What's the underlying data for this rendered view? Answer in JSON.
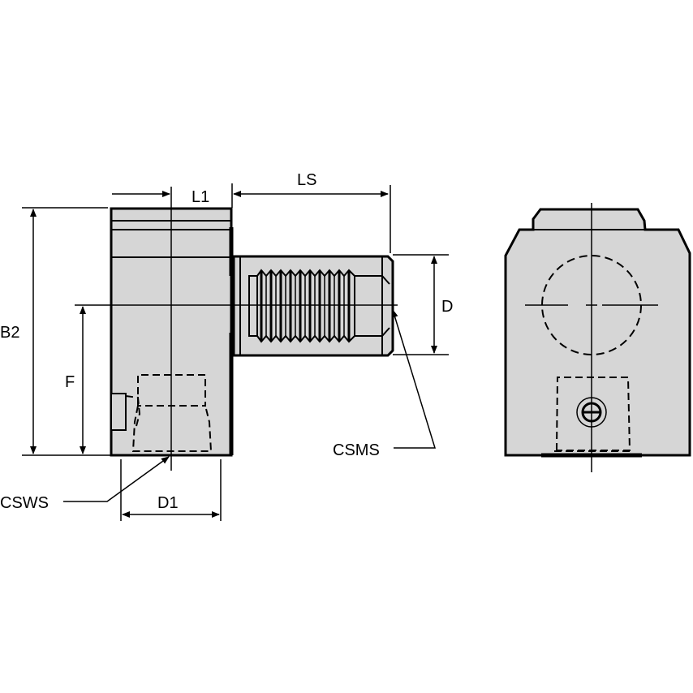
{
  "drawing": {
    "type": "technical-drawing",
    "views": [
      "side-view",
      "front-view"
    ],
    "dimensions": {
      "l1": "L1",
      "ls": "LS",
      "d": "D",
      "b2": "B2",
      "f": "F",
      "d1": "D1"
    },
    "callouts": {
      "csms": "CSMS",
      "csws": "CSWS"
    },
    "colors": {
      "part_fill": "#d6d6d6",
      "line": "#000000",
      "background": "#ffffff"
    }
  }
}
